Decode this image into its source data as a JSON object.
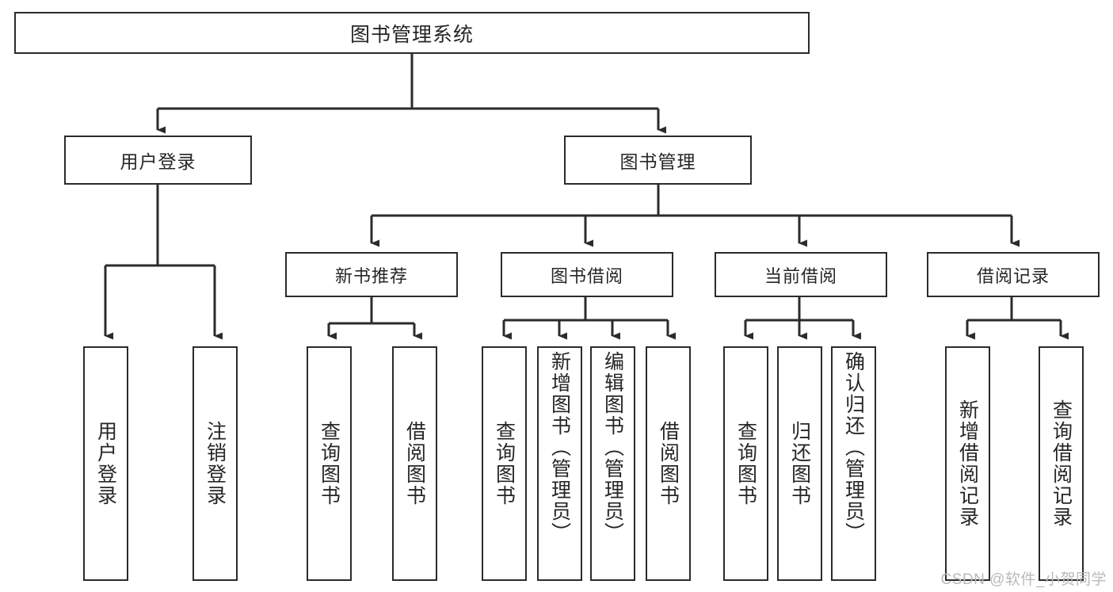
{
  "diagram": {
    "title": "图书管理系统",
    "type": "tree-hierarchy-chart",
    "watermark": "CSDN @软件_小贺同学",
    "colors": {
      "background": "#ffffff",
      "box_border": "#2b2b2b",
      "box_fill": "#ffffff",
      "text": "#262626",
      "edge": "#2b2b2b",
      "watermark": "#b9b9b9"
    },
    "root": {
      "label": "图书管理系统"
    },
    "level1": [
      {
        "id": "user-login",
        "label": "用户登录"
      },
      {
        "id": "book-manage",
        "label": "图书管理"
      }
    ],
    "level2": [
      {
        "id": "new-book-recommend",
        "label": "新书推荐"
      },
      {
        "id": "book-borrow",
        "label": "图书借阅"
      },
      {
        "id": "current-borrow",
        "label": "当前借阅"
      },
      {
        "id": "borrow-record",
        "label": "借阅记录"
      }
    ],
    "leaves": {
      "user_login": [
        {
          "id": "leaf-user-login",
          "label": "用户登录"
        },
        {
          "id": "leaf-logout-login",
          "label": "注销登录"
        }
      ],
      "new_book_recommend": [
        {
          "id": "leaf-query-book-1",
          "label": "查询图书"
        },
        {
          "id": "leaf-borrow-book-1",
          "label": "借阅图书"
        }
      ],
      "book_borrow": [
        {
          "id": "leaf-query-book-2",
          "label": "查询图书"
        },
        {
          "id": "leaf-add-book",
          "label": "新增图书（管理员）"
        },
        {
          "id": "leaf-edit-book",
          "label": "编辑图书（管理员）"
        },
        {
          "id": "leaf-borrow-book-2",
          "label": "借阅图书"
        }
      ],
      "current_borrow": [
        {
          "id": "leaf-query-book-3",
          "label": "查询图书"
        },
        {
          "id": "leaf-return-book",
          "label": "归还图书"
        },
        {
          "id": "leaf-confirm-return",
          "label": "确认归还（管理员）"
        }
      ],
      "borrow_record": [
        {
          "id": "leaf-add-record",
          "label": "新增借阅记录"
        },
        {
          "id": "leaf-query-record",
          "label": "查询借阅记录"
        }
      ]
    }
  }
}
